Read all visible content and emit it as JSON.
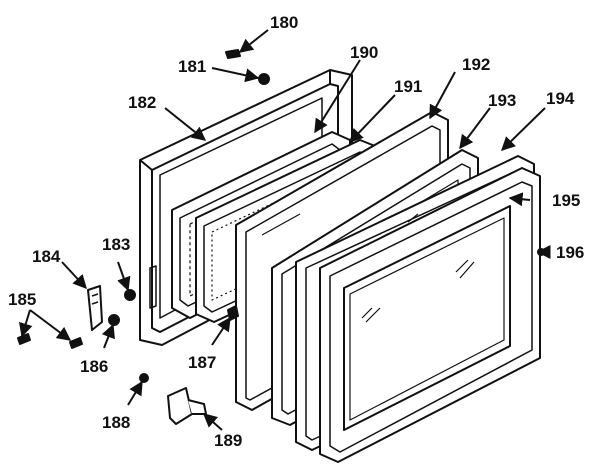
{
  "callouts": {
    "c180": "180",
    "c181": "181",
    "c182": "182",
    "c183": "183",
    "c184": "184",
    "c185": "185",
    "c186": "186",
    "c187": "187",
    "c188": "188",
    "c189": "189",
    "c190": "190",
    "c191": "191",
    "c192": "192",
    "c193": "193",
    "c194": "194",
    "c195": "195",
    "c196": "196"
  },
  "colors": {
    "line": "#111111",
    "paper": "#ffffff"
  }
}
